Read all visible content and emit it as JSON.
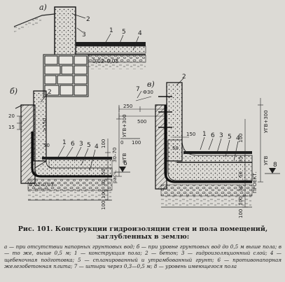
{
  "figure": {
    "panel_a": {
      "label": "а)",
      "callouts": [
        "2",
        "3",
        "1",
        "5",
        "4"
      ],
      "dims": [
        "0,02–0,03"
      ]
    },
    "panel_b": {
      "label": "б)",
      "callouts": [
        "2",
        "1",
        "6",
        "3",
        "5",
        "4",
        "6"
      ],
      "dims": [
        "20",
        "15",
        "50",
        "≥150",
        "100",
        "30",
        "50",
        "30–70",
        "0,02–0,03",
        "100",
        "100",
        "УГВ+300",
        "УГВ",
        "расч."
      ]
    },
    "panel_c": {
      "label": "в)",
      "callouts": [
        "2",
        "7",
        "1",
        "6",
        "3",
        "5",
        "4",
        "8"
      ],
      "dims": [
        "Ф30",
        "250",
        "500",
        "150",
        "50",
        "100",
        "35",
        "50",
        "30",
        "100",
        "100",
        "УГВ+300",
        "УГВ",
        "ПРОЕКТ.",
        "0",
        "100"
      ]
    }
  },
  "caption": {
    "title": "Рис. 101. Конструкции гидроизоляции стен и пола помещений, заглубленных в землю:",
    "body": "а — при отсутствии напорных грунтовых вод; б — при уровне грунтовых вод до 0,5 м выше пола; в — то же, выше 0,5 м; 1 — конструкция пола; 2 — бетон; 3 — гидроизоляционный слой; 4 — щебеночная подготовка; 5 — спланированный и утрамбованный грунт; 6 — противонапорная железобетонная плита; 7 — штыри через 0,3—0,5 м; 8 — уровень имеющегося пола"
  }
}
